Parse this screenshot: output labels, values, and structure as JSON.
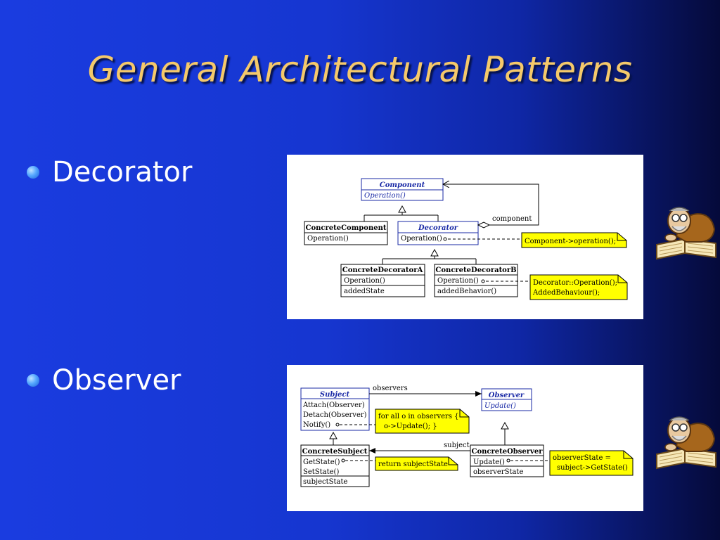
{
  "slide": {
    "title": "General Architectural Patterns",
    "bullets": [
      {
        "label": "Decorator"
      },
      {
        "label": "Observer"
      }
    ]
  },
  "colors": {
    "title": "#f5c96a",
    "bullet_text": "#ffffff",
    "uml_blue": "#1a2aa6",
    "note_fill": "#ffff00"
  },
  "decorator": {
    "component": {
      "name": "Component",
      "op": "Operation()"
    },
    "concrete_component": {
      "name": "ConcreteComponent",
      "op": "Operation()"
    },
    "decorator": {
      "name": "Decorator",
      "op": "Operation()"
    },
    "concrete_a": {
      "name": "ConcreteDecoratorA",
      "op": "Operation()",
      "attr": "addedState"
    },
    "concrete_b": {
      "name": "ConcreteDecoratorB",
      "op": "Operation()",
      "attr": "addedBehavior()"
    },
    "assoc_label": "component",
    "note1": "Component->operation();",
    "note2_line1": "Decorator::Operation();",
    "note2_line2": "AddedBehaviour();"
  },
  "observer": {
    "subject": {
      "name": "Subject",
      "ops": [
        "Attach(Observer)",
        "Detach(Observer)",
        "Notify()"
      ]
    },
    "observer": {
      "name": "Observer",
      "op": "Update()"
    },
    "concrete_subject": {
      "name": "ConcreteSubject",
      "ops": [
        "GetState()",
        "SetState()"
      ],
      "attr": "subjectState"
    },
    "concrete_observer": {
      "name": "ConcreteObserver",
      "op": "Update()",
      "attr": "observerState"
    },
    "observers_label": "observers",
    "subject_label": "subject",
    "note1_line1": "for all o in observers {",
    "note1_line2": "o->Update(); }",
    "note2": "return subjectState",
    "note3_line1": "observerState =",
    "note3_line2": "subject->GetState()"
  },
  "icons": {
    "reader": "reading-professor-icon"
  }
}
